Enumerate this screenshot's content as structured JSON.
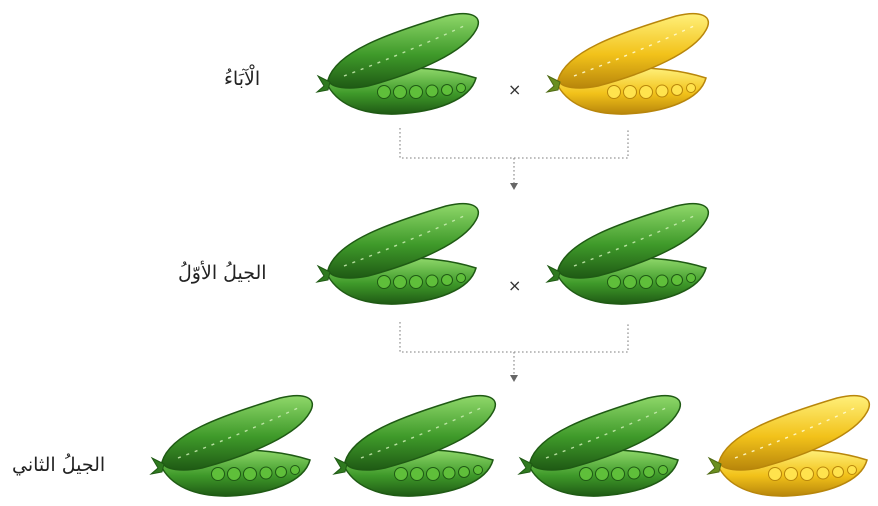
{
  "labels": {
    "parents": "الْآبَاءُ",
    "first_generation": "الجيلُ الأوّلُ",
    "second_generation": "الجيلُ الثاني"
  },
  "cross_symbol": "×",
  "colors": {
    "green_pod": "#3f9a2a",
    "green_pod_dark": "#1f5a14",
    "green_pea": "#5fbf3a",
    "yellow_pod": "#f2c21a",
    "yellow_pod_dark": "#b8860b",
    "yellow_pea": "#ffe34d",
    "connector": "#999999"
  },
  "rows": [
    {
      "row": "parents",
      "pods": [
        "green",
        "yellow"
      ]
    },
    {
      "row": "first_generation",
      "pods": [
        "green",
        "green"
      ]
    },
    {
      "row": "second_generation",
      "pods": [
        "green",
        "green",
        "green",
        "yellow"
      ]
    }
  ]
}
